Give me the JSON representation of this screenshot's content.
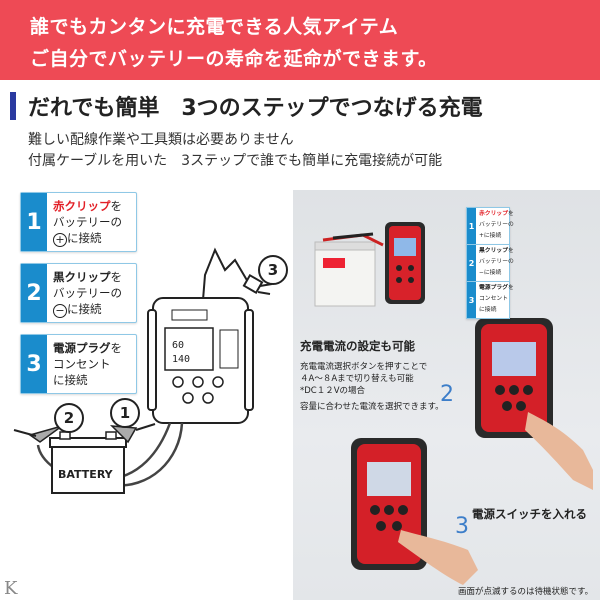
{
  "banner": {
    "line1": "誰でもカンタンに充電できる人気アイテム",
    "line2": "ご自分でバッテリーの寿命を延命ができます。"
  },
  "section": {
    "title": "だれでも簡単　3つのステップでつなげる充電",
    "sub1": "難しい配線作業や工具類は必要ありません",
    "sub2": "付属ケーブルを用いた　3ステップで誰でも簡単に充電接続が可能"
  },
  "steps": [
    {
      "num": "1",
      "part1": "赤クリップ",
      "part2": "を",
      "line2": "バッテリーの",
      "symbol": "+",
      "line3": "に接続"
    },
    {
      "num": "2",
      "part1": "黒クリップ",
      "part2": "を",
      "line2": "バッテリーの",
      "symbol": "−",
      "line3": "に接続"
    },
    {
      "num": "3",
      "part1": "電源プラグ",
      "part2": "を",
      "line2": "コンセント",
      "line3": "に接続"
    }
  ],
  "diagram": {
    "callout1": "1",
    "callout2": "2",
    "callout3": "3",
    "battery_label": "BATTERY"
  },
  "photo": {
    "setting_title": "充電電流の設定も可能",
    "setting_lines": [
      "充電電流選択ボタンを押すことで",
      "４A～８Aまで切り替えも可能",
      "*DC１２Vの場合",
      "容量に合わせた電流を選択できます。"
    ],
    "step2": "2",
    "step3": "3",
    "switch_text": "電源スイッチを入れる",
    "footnote": "画面が点滅するのは待機状態です。"
  },
  "colors": {
    "banner": "#ee4a55",
    "accent_blue": "#1a8ccc",
    "title_bar": "#2a3aa0",
    "clip_red": "#e21f26"
  }
}
